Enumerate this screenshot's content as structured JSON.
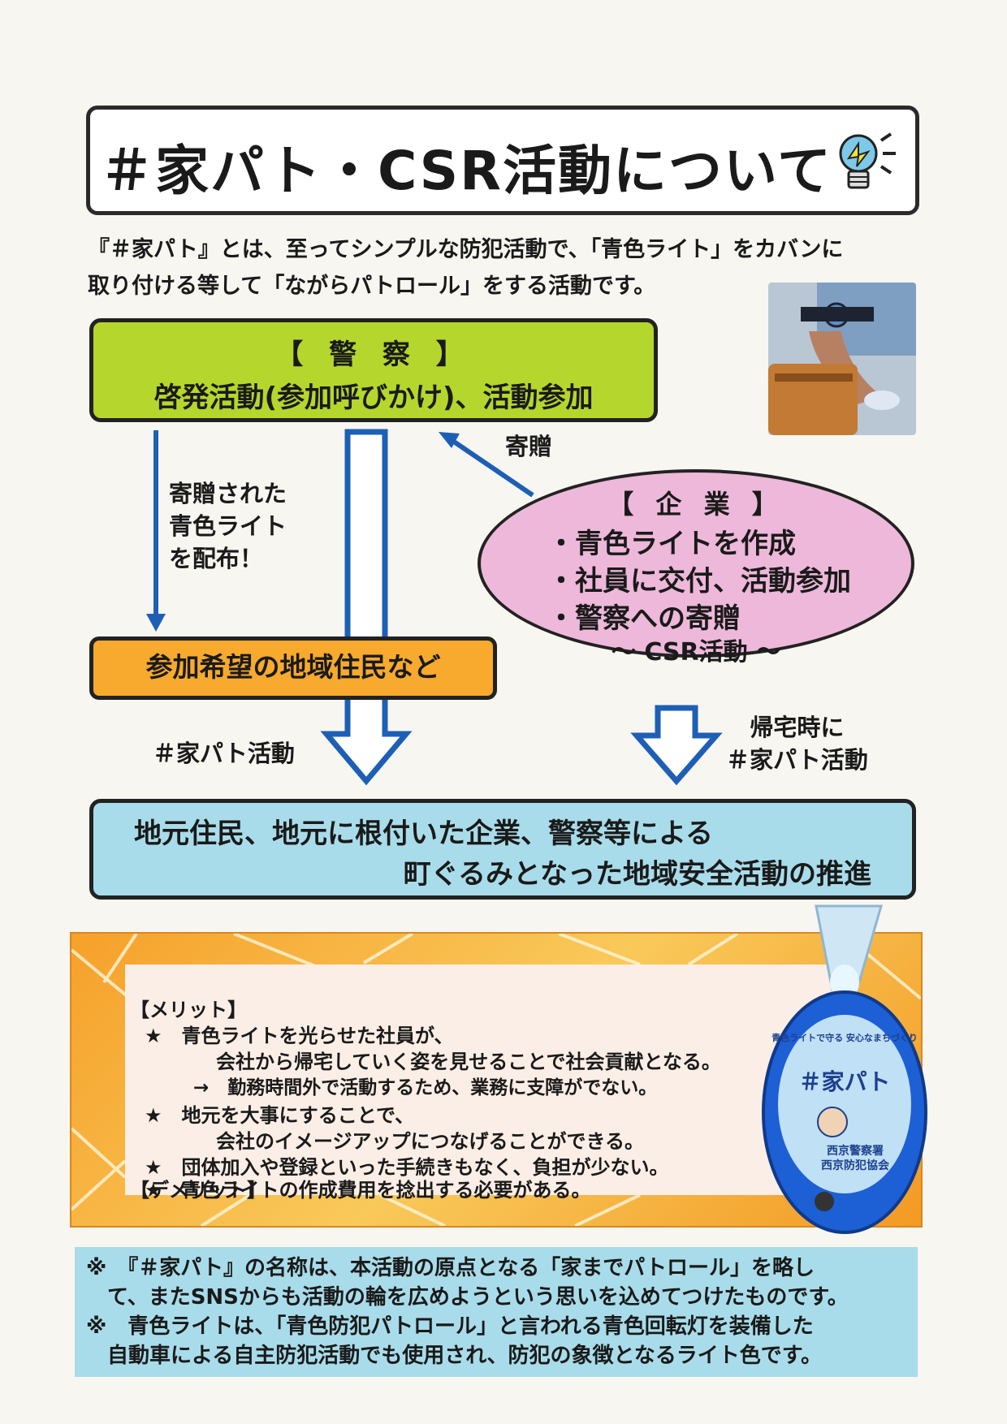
{
  "title": "＃家パト・CSR活動について",
  "intro": {
    "line1": "『＃家パト』とは、至ってシンプルな防犯活動で、「青色ライト」をカバンに",
    "line2": "取り付ける等して「ながらパトロール」をする活動です。"
  },
  "police": {
    "title": "【 警 察 】",
    "desc": "啓発活動(参加呼びかけ)、活動参加"
  },
  "company": {
    "title": "【 企 業 】",
    "items": [
      "・青色ライトを作成",
      "・社員に交付、活動参加",
      "・警察への寄贈"
    ],
    "csr": "～ CSR活動 ～"
  },
  "residents": "参加希望の地域住民など",
  "labels": {
    "donation": "寄贈",
    "distribute_lines": [
      "寄贈された",
      "青色ライト",
      "を配布！"
    ],
    "iepato_activity": "＃家パト活動",
    "on_way_home_lines": [
      "帰宅時に",
      "＃家パト活動"
    ]
  },
  "result": {
    "line1": "地元住民、地元に根付いた企業、警察等による",
    "line2": "町ぐるみとなった地域安全活動の推進"
  },
  "merits": {
    "merit_header": "【メリット】",
    "lines": [
      "★　青色ライトを光らせた社員が、",
      "会社から帰宅していく姿を見せることで社会貢献となる。",
      "→　勤務時間外で活動するため、業務に支障がでない。",
      "★　地元を大事にすることで、",
      "会社のイメージアップにつなげることができる。",
      "★　団体加入や登録といった手続きもなく、負担が少ない。"
    ],
    "demerit_header": "【デメリット】",
    "demerit_line": "★　青色ライトの作成費用を捻出する必要がある。"
  },
  "keychain": {
    "arc_text": "青色ライトで守る 安心なまちづくり",
    "badge": "＃家パト",
    "org1": "西京警察署",
    "org2": "西京防犯協会"
  },
  "notes": {
    "lines": [
      "※　『＃家パト』の名称は、本活動の原点となる「家までパトロール」を略し",
      "て、またSNSからも活動の輪を広めようという思いを込めてつけたものです。",
      "※　青色ライトは、「青色防犯パトロール」と言われる青色回転灯を装備した",
      "自動車による自主防犯活動でも使用され、防犯の象徴となるライト色です。"
    ]
  },
  "colors": {
    "police_box": "#b5d62c",
    "resident_box": "#f7aa2e",
    "company_ellipse": "#edb8d9",
    "result_box": "#a9dcea",
    "arrow_blue": "#1e5fb6",
    "merit_orange": "#f6a12b"
  },
  "icons": [
    "lightbulb-icon",
    "blue-light-keychain"
  ]
}
